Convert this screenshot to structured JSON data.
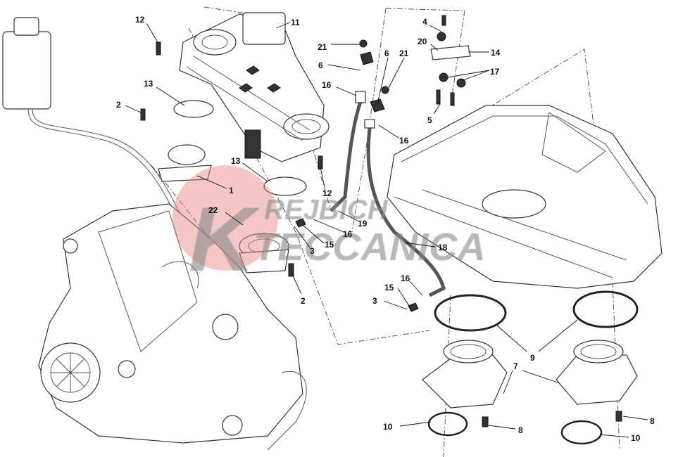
{
  "diagram": {
    "title": "Throttle body / air intake exploded view",
    "watermark": {
      "logo_letter": "K",
      "line1": "REJBICH",
      "line2": "TECCANICA",
      "color": "#e88080"
    },
    "callouts": [
      {
        "id": "12a",
        "text": "12"
      },
      {
        "id": "11",
        "text": "11"
      },
      {
        "id": "21a",
        "text": "21"
      },
      {
        "id": "6a",
        "text": "6"
      },
      {
        "id": "6b",
        "text": "6"
      },
      {
        "id": "21b",
        "text": "21"
      },
      {
        "id": "4",
        "text": "4"
      },
      {
        "id": "20",
        "text": "20"
      },
      {
        "id": "14",
        "text": "14"
      },
      {
        "id": "17",
        "text": "17"
      },
      {
        "id": "16a",
        "text": "16"
      },
      {
        "id": "16b",
        "text": "16"
      },
      {
        "id": "5",
        "text": "5"
      },
      {
        "id": "13a",
        "text": "13"
      },
      {
        "id": "2a",
        "text": "2"
      },
      {
        "id": "13b",
        "text": "13"
      },
      {
        "id": "1",
        "text": "1"
      },
      {
        "id": "12b",
        "text": "12"
      },
      {
        "id": "22",
        "text": "22"
      },
      {
        "id": "19",
        "text": "19"
      },
      {
        "id": "16c",
        "text": "16"
      },
      {
        "id": "15a",
        "text": "15"
      },
      {
        "id": "3a",
        "text": "3"
      },
      {
        "id": "18",
        "text": "18"
      },
      {
        "id": "2b",
        "text": "2"
      },
      {
        "id": "16d",
        "text": "16"
      },
      {
        "id": "15b",
        "text": "15"
      },
      {
        "id": "3b",
        "text": "3"
      },
      {
        "id": "9",
        "text": "9"
      },
      {
        "id": "7",
        "text": "7"
      },
      {
        "id": "10a",
        "text": "10"
      },
      {
        "id": "8a",
        "text": "8"
      },
      {
        "id": "8b",
        "text": "8"
      },
      {
        "id": "10b",
        "text": "10"
      }
    ]
  }
}
